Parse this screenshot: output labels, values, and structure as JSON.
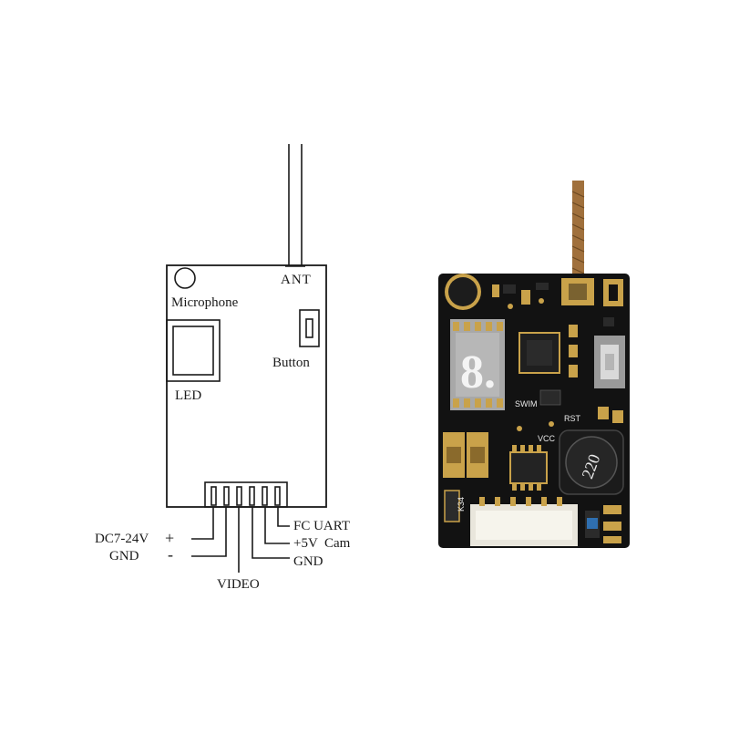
{
  "diagram": {
    "labels": {
      "ant": "ANT",
      "microphone": "Microphone",
      "button": "Button",
      "led": "LED",
      "fc_uart": "FC UART",
      "cam_5v": "+5V  Cam",
      "gnd_right": "GND",
      "dc_input": "DC7-24V",
      "plus_sign": "+",
      "gnd_left": "GND",
      "minus_sign": "-",
      "video": "VIDEO"
    },
    "colors": {
      "line": "#1a1a1a",
      "pcb": "#121212",
      "gold": "#c9a24a",
      "cable": "#a0703c"
    }
  },
  "board": {
    "silkscreen": {
      "swim": "SWIM",
      "rst": "RST",
      "vcc": "VCC",
      "inductor": "220",
      "diode": "K34",
      "seg_digit": "8."
    }
  }
}
